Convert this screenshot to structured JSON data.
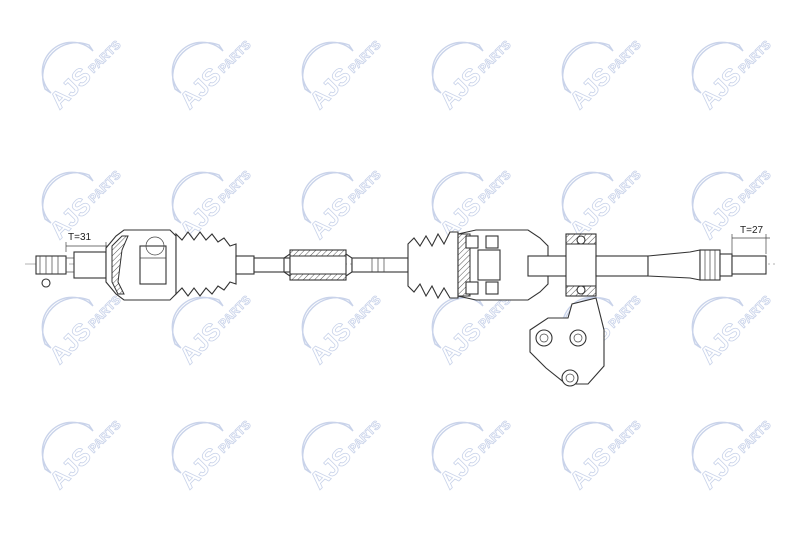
{
  "watermark": {
    "brand": "AJS",
    "suffix": "PARTS",
    "color": "#c9d3ea"
  },
  "labels": {
    "left_thread": "T=31",
    "right_thread": "T=27"
  }
}
